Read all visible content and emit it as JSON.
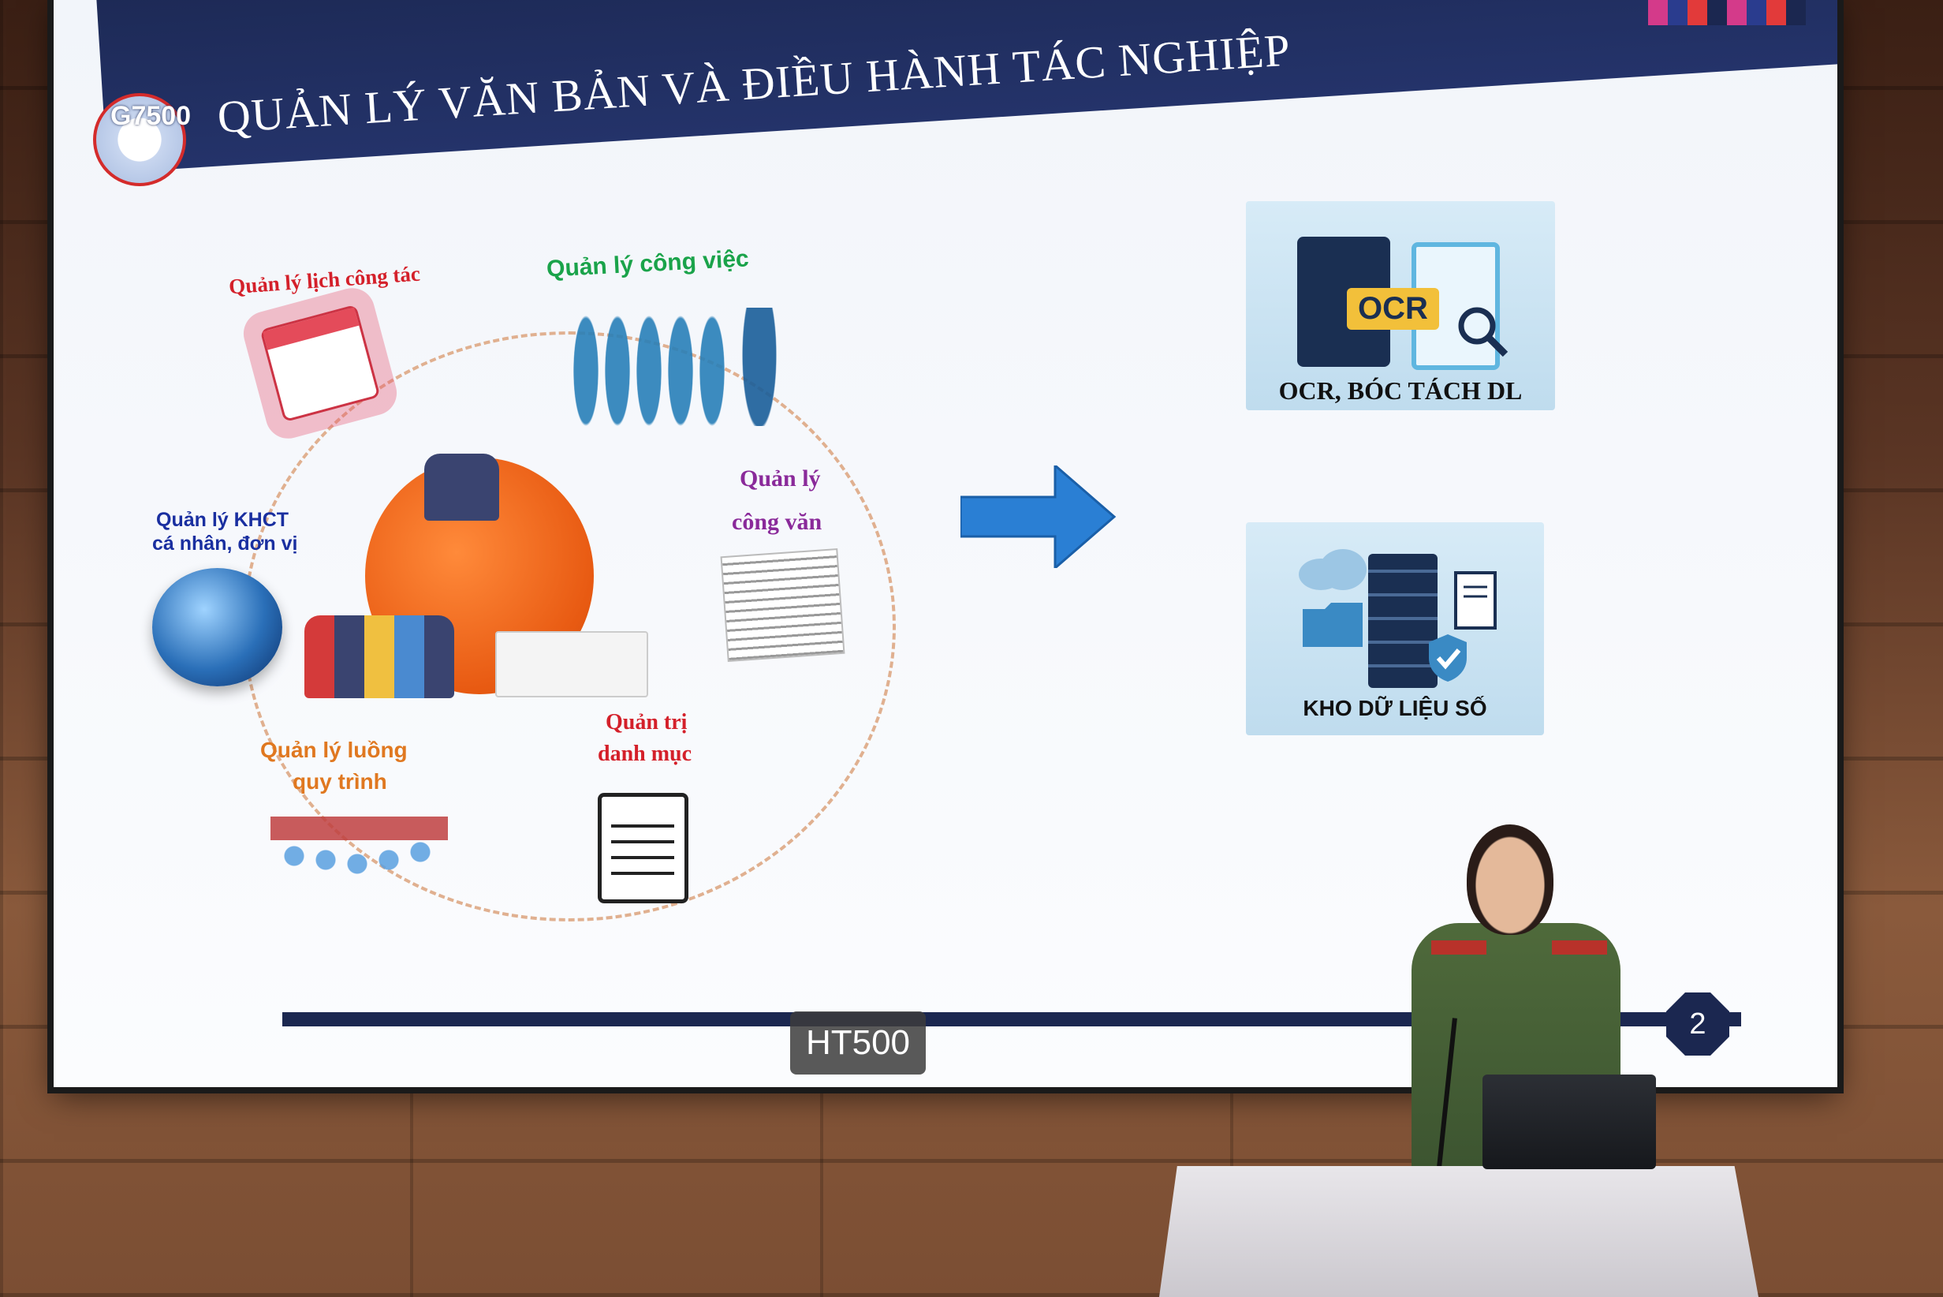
{
  "slide": {
    "logo_text": "G7500",
    "title": "QUẢN LÝ VĂN BẢN VÀ ĐIỀU HÀNH TÁC NGHIỆP",
    "slide_number": "2",
    "footer_badge": "HT500"
  },
  "cycle_nodes": [
    {
      "label": "Quản lý lịch công tác",
      "color": "#d4202a"
    },
    {
      "label": "Quản lý công việc",
      "color": "#1aa34a"
    },
    {
      "label_line1": "Quản lý",
      "label_line2": "công văn",
      "color": "#8a2a9a"
    },
    {
      "label_line1": "Quản trị",
      "label_line2": "danh mục",
      "color": "#d4202a"
    },
    {
      "label_line1": "Quản lý luồng",
      "label_line2": "quy trình",
      "color": "#e07820"
    },
    {
      "label_line1": "Quản lý KHCT",
      "label_line2": "cá nhân, đơn vị",
      "color": "#1a2fa0"
    }
  ],
  "cards": [
    {
      "ocr_chip": "OCR",
      "label": "OCR, BÓC TÁCH DL"
    },
    {
      "label": "KHO DỮ LIỆU SỐ"
    }
  ],
  "colors": {
    "title_bar": "#1b2750",
    "arrow": "#2a7fd4",
    "orange_disc": "#e85a12"
  }
}
